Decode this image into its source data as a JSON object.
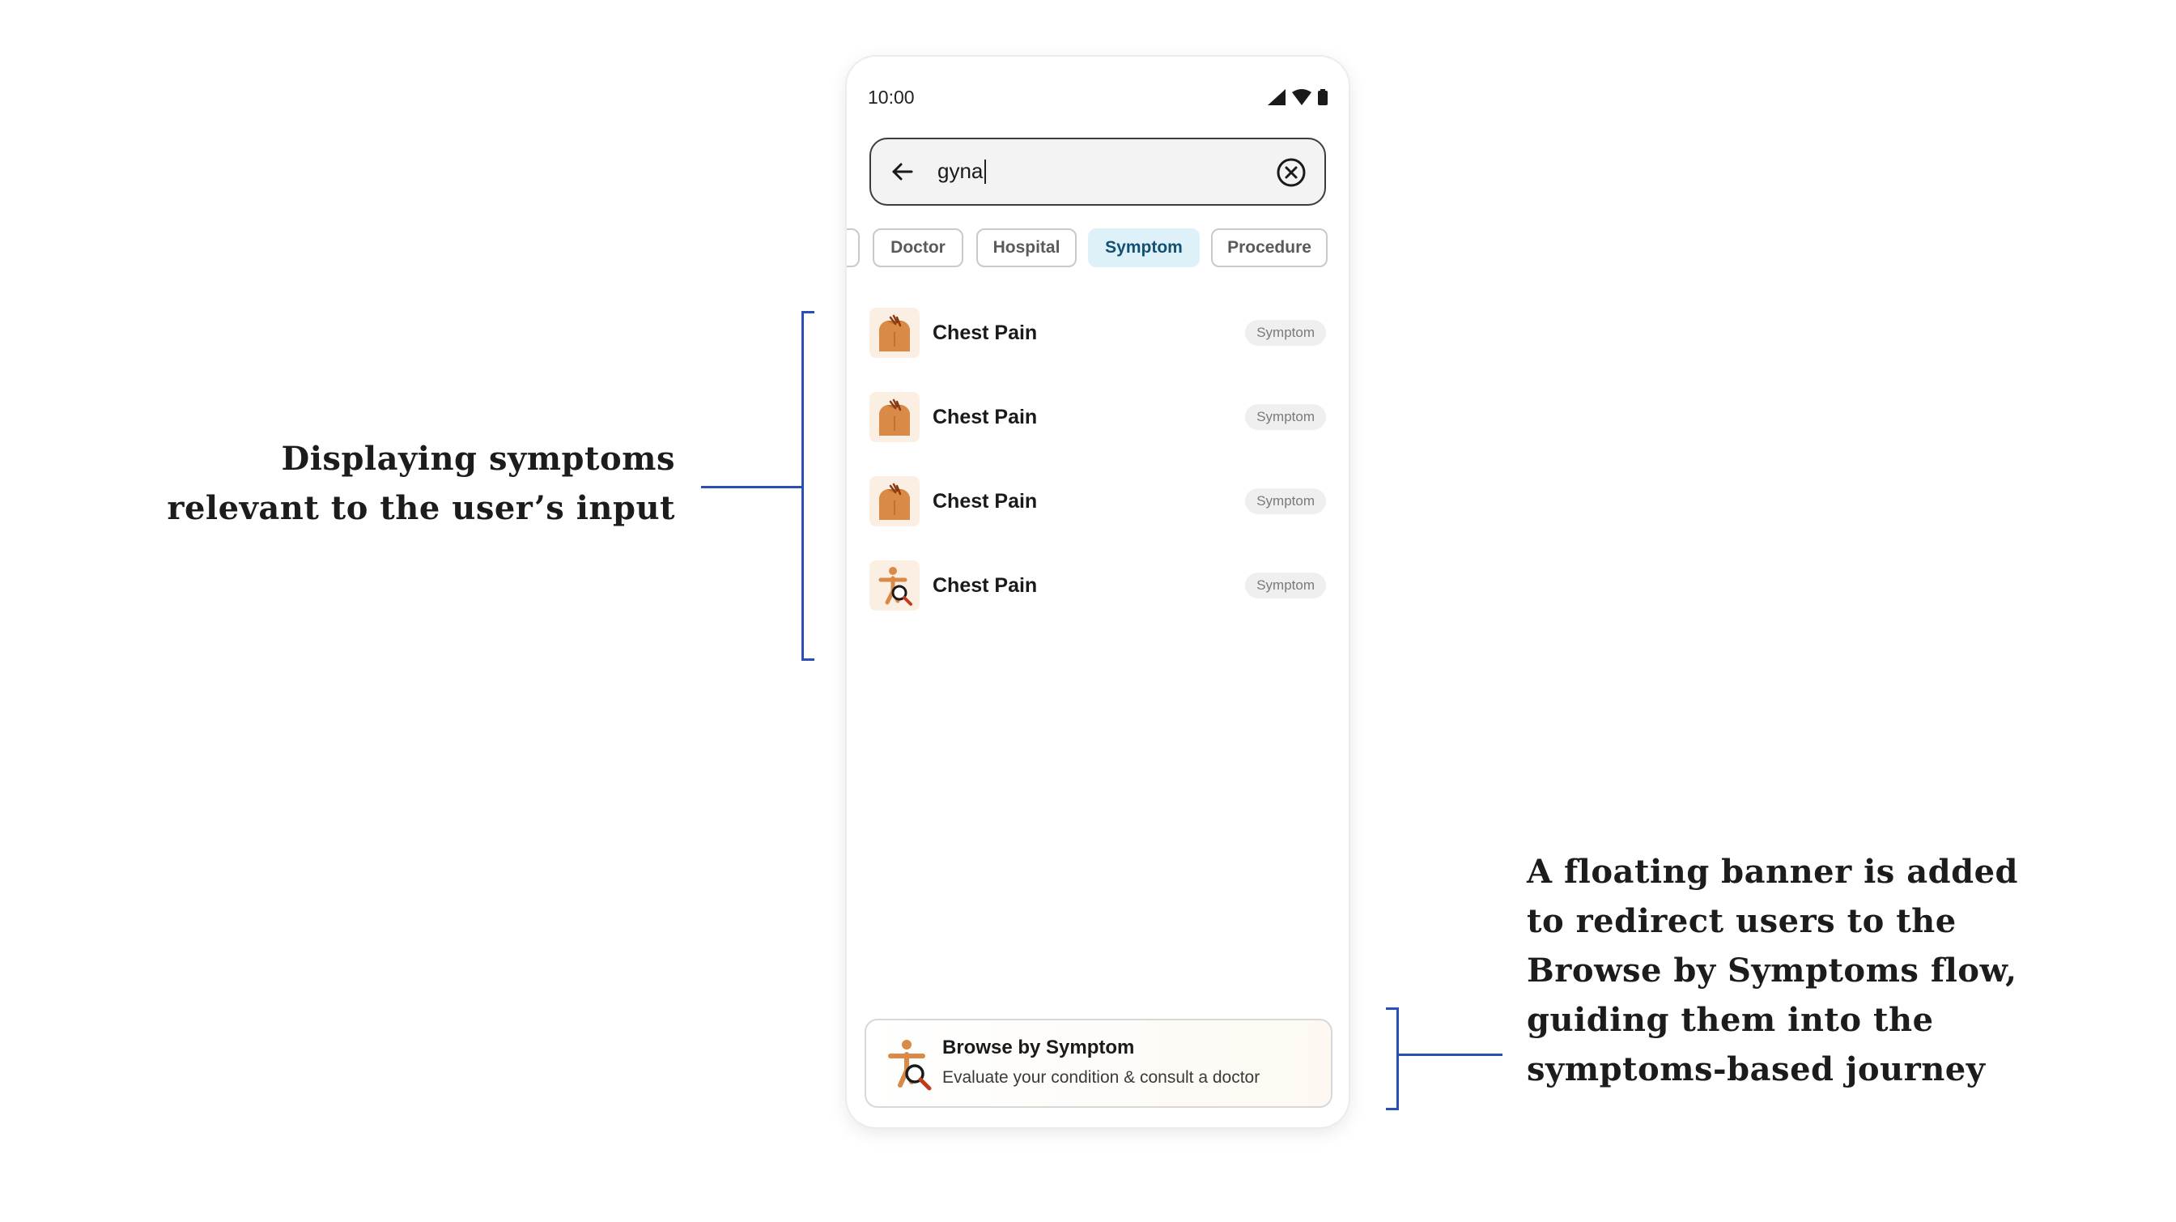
{
  "annotations": {
    "left": {
      "lines": [
        "Displaying symptoms",
        "relevant to the user’s input"
      ]
    },
    "right": {
      "lines": [
        "A floating banner is added",
        "to redirect users to the",
        "Browse by Symptoms flow,",
        "guiding them into the",
        "symptoms-based journey"
      ]
    },
    "bracket_color": "#2a50b8"
  },
  "status_bar": {
    "time": "10:00",
    "icons": [
      "signal-icon",
      "wifi-icon",
      "battery-icon"
    ]
  },
  "search": {
    "value": "gyna",
    "back_icon": "arrow-left-icon",
    "clear_icon": "clear-circle-icon"
  },
  "filters": {
    "chips": [
      {
        "label": "",
        "active": false
      },
      {
        "label": "Doctor",
        "active": false
      },
      {
        "label": "Hospital",
        "active": false
      },
      {
        "label": "Symptom",
        "active": true
      },
      {
        "label": "Procedure",
        "active": false
      }
    ],
    "active_color": "#dff1f8"
  },
  "results": [
    {
      "label": "Chest Pain",
      "badge": "Symptom",
      "icon": "torso-pain-icon"
    },
    {
      "label": "Chest Pain",
      "badge": "Symptom",
      "icon": "torso-pain-icon"
    },
    {
      "label": "Chest Pain",
      "badge": "Symptom",
      "icon": "torso-pain-icon"
    },
    {
      "label": "Chest Pain",
      "badge": "Symptom",
      "icon": "person-search-icon"
    }
  ],
  "banner": {
    "title": "Browse by Symptom",
    "subtitle": "Evaluate your condition & consult a doctor",
    "icon": "person-search-icon"
  }
}
